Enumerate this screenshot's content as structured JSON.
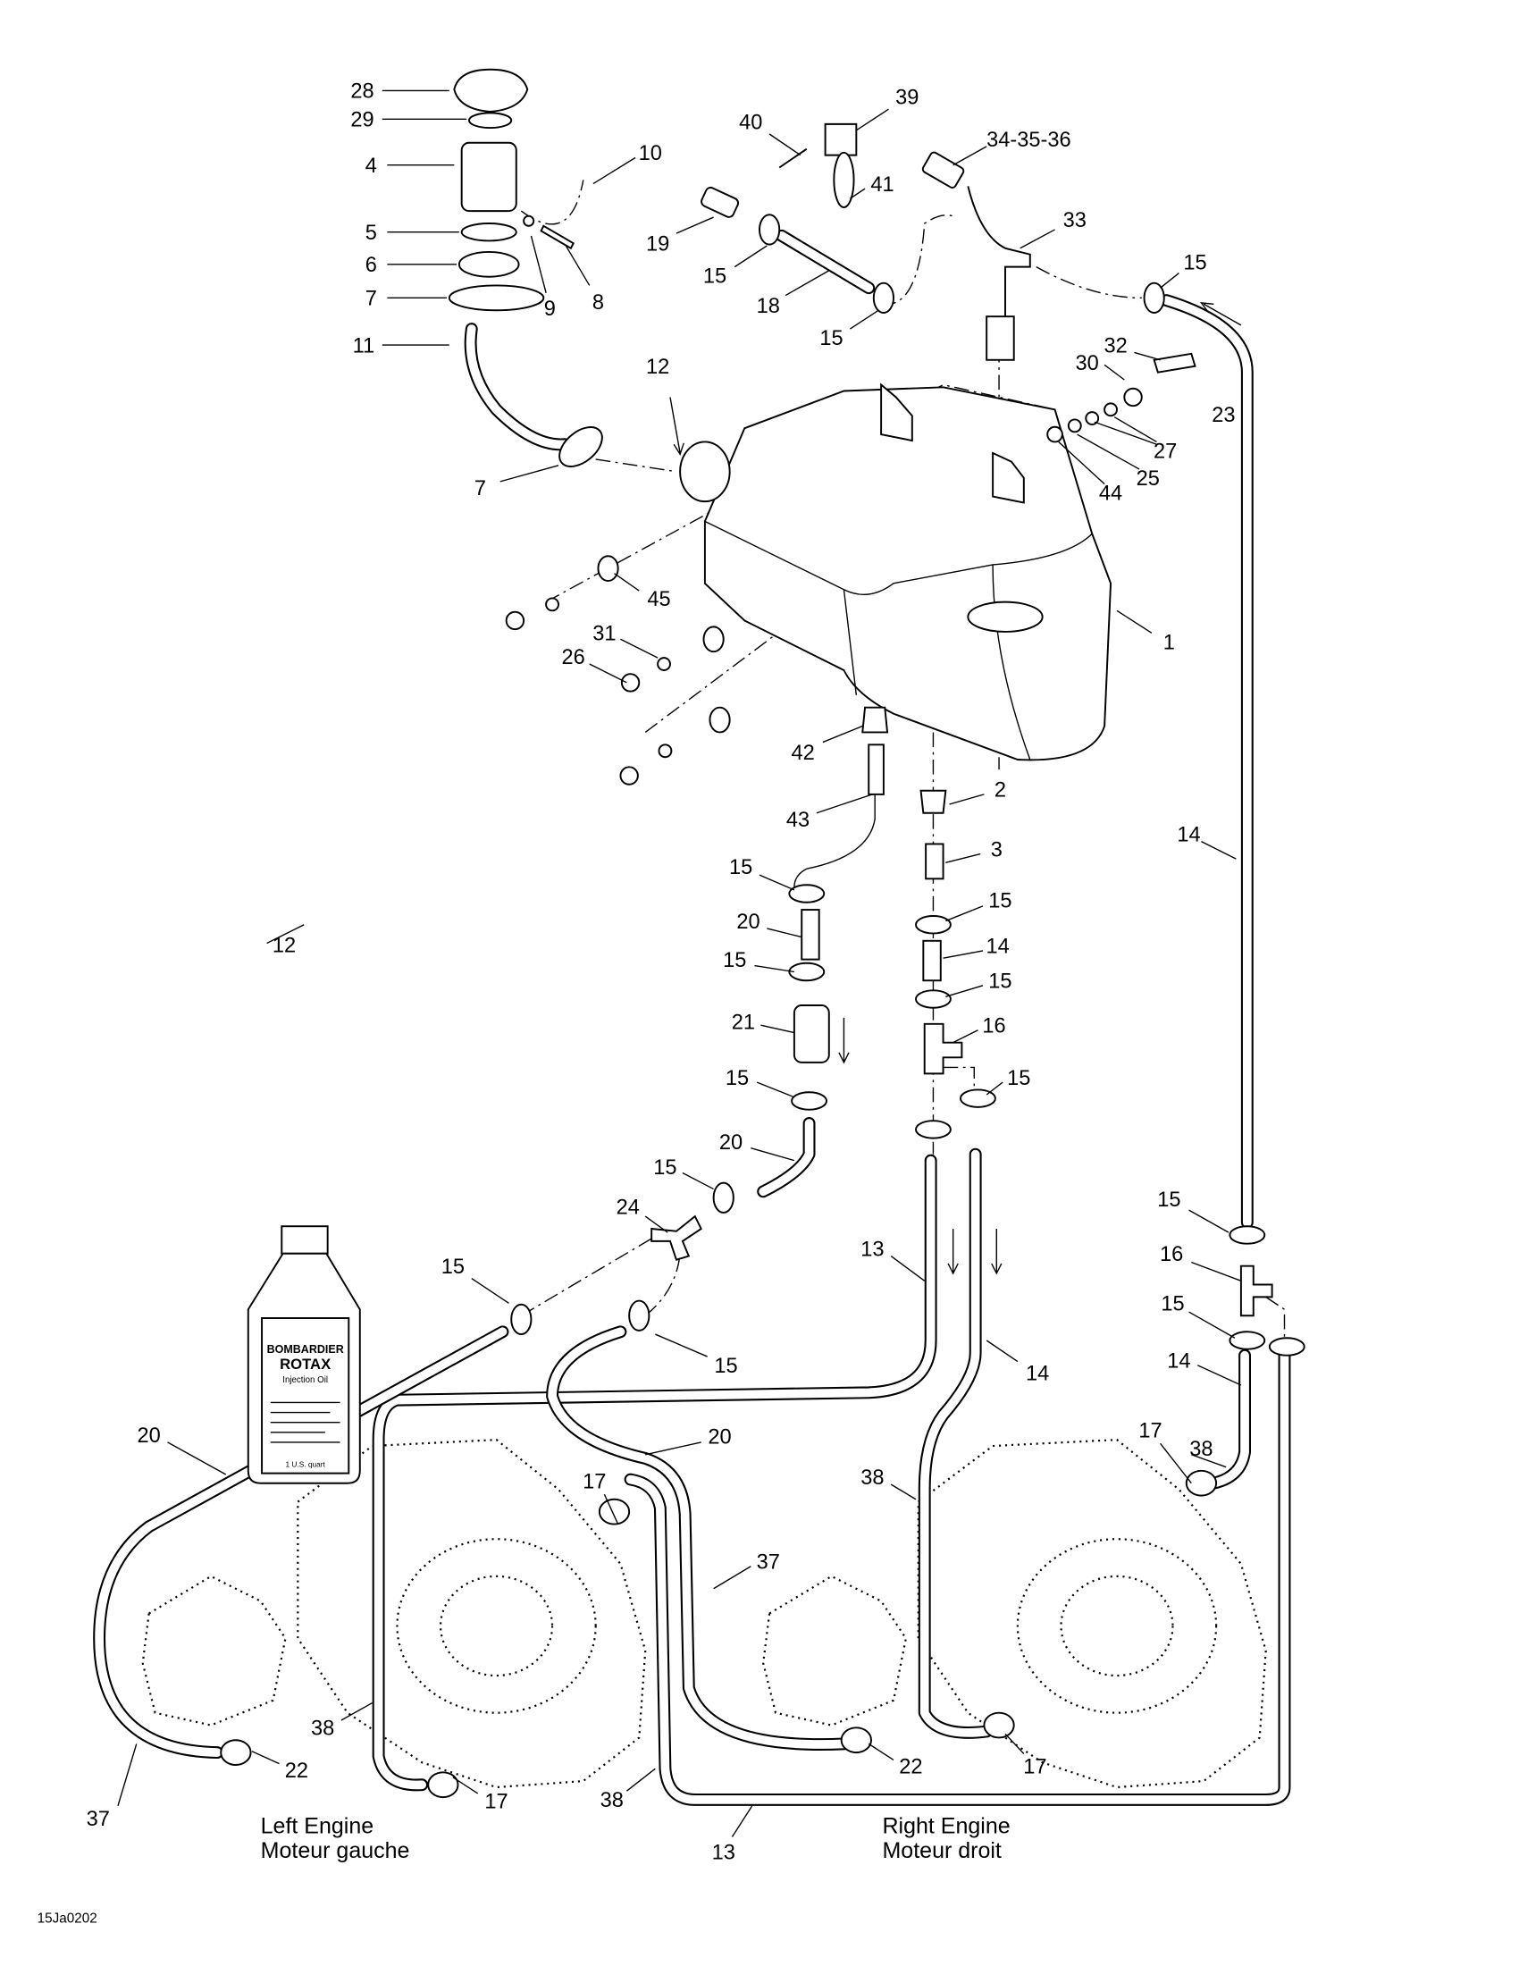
{
  "diagram": {
    "callouts": [
      "28",
      "29",
      "4",
      "10",
      "5",
      "6",
      "9",
      "8",
      "7",
      "11",
      "12",
      "7",
      "40",
      "39",
      "41",
      "19",
      "15",
      "18",
      "15",
      "34-35-36",
      "33",
      "15",
      "32",
      "30",
      "23",
      "27",
      "25",
      "44",
      "1",
      "45",
      "31",
      "26",
      "42",
      "43",
      "2",
      "3",
      "14",
      "15",
      "15",
      "20",
      "14",
      "15",
      "15",
      "21",
      "16",
      "15",
      "15",
      "20",
      "15",
      "24",
      "13",
      "15",
      "15",
      "16",
      "15",
      "14",
      "15",
      "14",
      "20",
      "20",
      "17",
      "38",
      "17",
      "38",
      "37",
      "38",
      "22",
      "17",
      "37",
      "38",
      "22",
      "17",
      "13",
      "12"
    ],
    "bottle": {
      "brand": "BOMBARDIER",
      "product": "ROTAX",
      "type": "Injection Oil",
      "volume": "1 U.S. quart"
    },
    "left_engine": {
      "en": "Left Engine",
      "fr": "Moteur gauche"
    },
    "right_engine": {
      "en": "Right Engine",
      "fr": "Moteur droit"
    },
    "figure_code": "15Ja0202"
  }
}
